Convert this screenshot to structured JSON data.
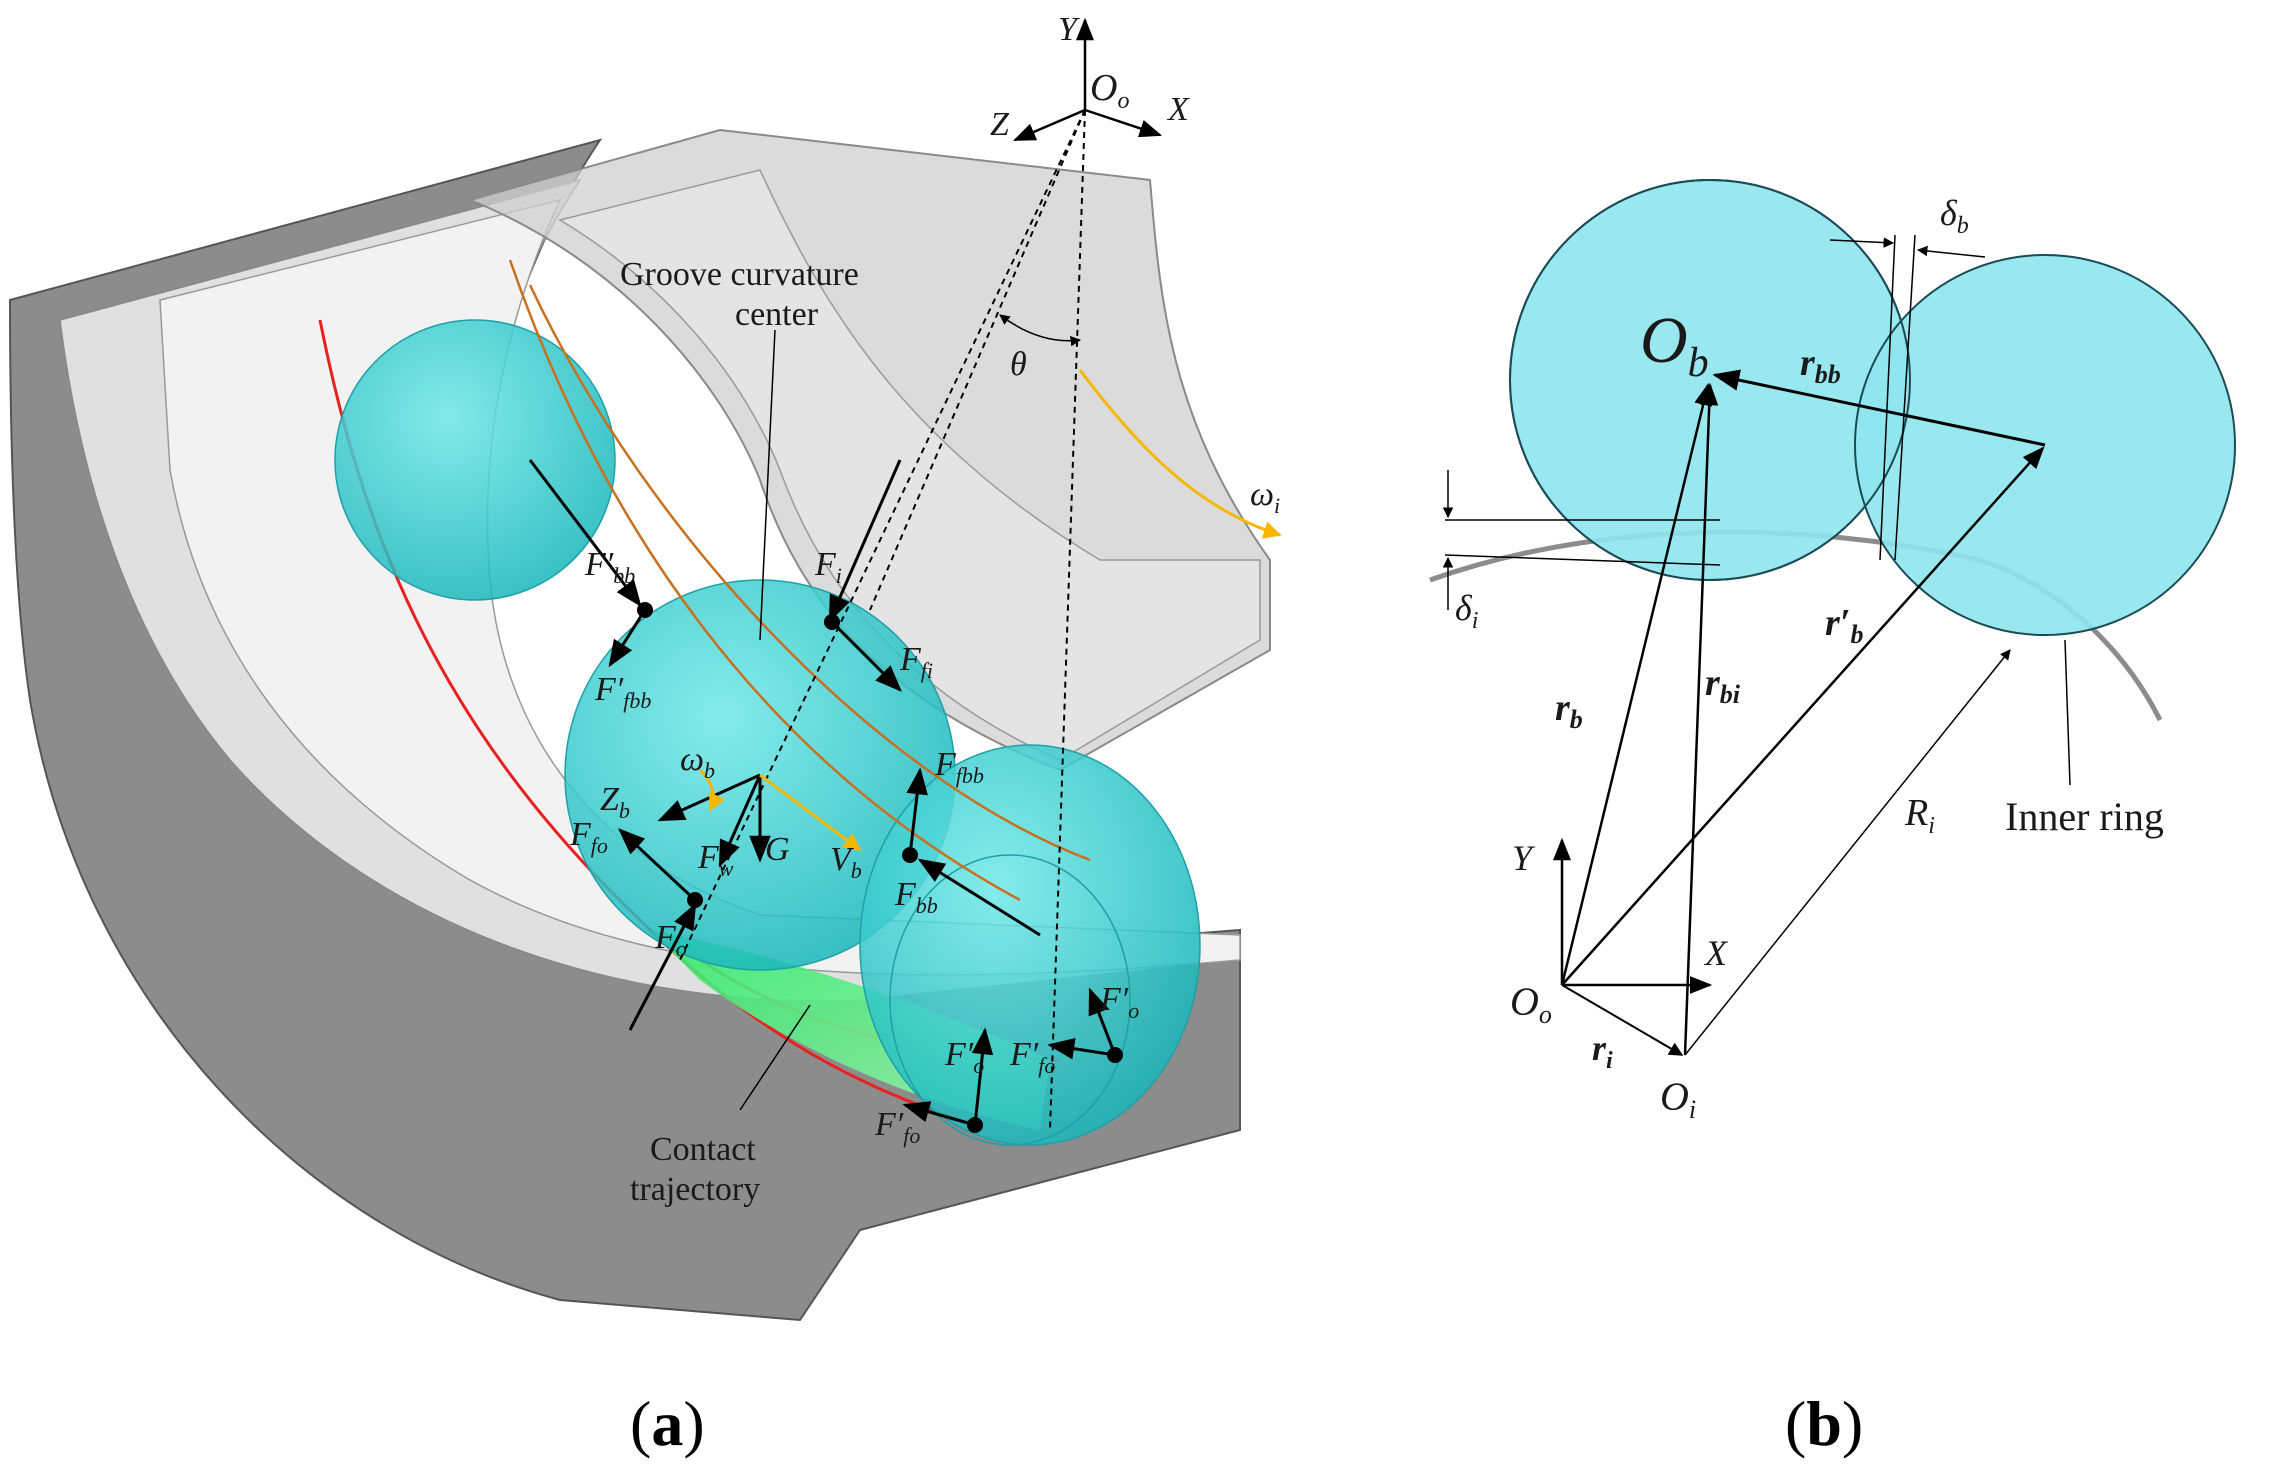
{
  "panel_a": {
    "caption_open": "(",
    "caption_letter": "a",
    "caption_close": ")",
    "labels": {
      "axis_y": "Y",
      "axis_z": "Z",
      "axis_x": "X",
      "origin": "O",
      "origin_sub": "o",
      "theta": "θ",
      "omega_i": "ω",
      "omega_i_sub": "i",
      "groove_line1": "Groove curvature",
      "groove_line2": "center",
      "contact_line1": "Contact",
      "contact_line2": "trajectory",
      "F_prime_bb": "F′",
      "F_prime_bb_sub": "bb",
      "F_prime_fbb": "F′",
      "F_prime_fbb_sub": "fbb",
      "F_i": "F",
      "F_i_sub": "i",
      "F_fi": "F",
      "F_fi_sub": "fi",
      "omega_b": "ω",
      "omega_b_sub": "b",
      "Z_b": "Z",
      "Z_b_sub": "b",
      "F_fo": "F",
      "F_fo_sub": "fo",
      "F_w": "F",
      "F_w_sub": "w",
      "G": "G",
      "V_b": "V",
      "V_b_sub": "b",
      "F_fbb": "F",
      "F_fbb_sub": "fbb",
      "F_bb": "F",
      "F_bb_sub": "bb",
      "F_o": "F",
      "F_o_sub": "o",
      "F_prime_o_right": "F′",
      "F_prime_o_right_sub": "o",
      "F_prime_o_low": "F′",
      "F_prime_o_low_sub": "o",
      "F_prime_fo_mid": "F′",
      "F_prime_fo_mid_sub": "fo",
      "F_prime_fo_low": "F′",
      "F_prime_fo_low_sub": "fo"
    }
  },
  "panel_b": {
    "caption_open": "(",
    "caption_letter": "b",
    "caption_close": ")",
    "labels": {
      "O_b": "O",
      "O_b_sub": "b",
      "delta_b": "δ",
      "delta_b_sub": "b",
      "r_bb": "r",
      "r_bb_sub": "bb",
      "delta_i": "δ",
      "delta_i_sub": "i",
      "r_prime_b": "r′",
      "r_prime_b_sub": "b",
      "r_b": "r",
      "r_b_sub": "b",
      "r_bi": "r",
      "r_bi_sub": "bi",
      "R_i": "R",
      "R_i_sub": "i",
      "inner_ring": "Inner ring",
      "axis_y": "Y",
      "axis_x": "X",
      "O_o": "O",
      "O_o_sub": "o",
      "r_i": "r",
      "r_i_sub": "i",
      "O_i": "O",
      "O_i_sub": "i"
    }
  },
  "colors": {
    "ball_fill": "#33d6d6",
    "ball_edge": "#1f9fa8",
    "ring_dark": "#8c8c8c",
    "ring_light": "#d9d9d9",
    "red_trajectory": "#e82020",
    "orange_curve": "#c8701e",
    "yellow_arrow": "#f5b800",
    "green_contact": "#3ff07a",
    "ball_b_fill": "#8ee6ee"
  }
}
